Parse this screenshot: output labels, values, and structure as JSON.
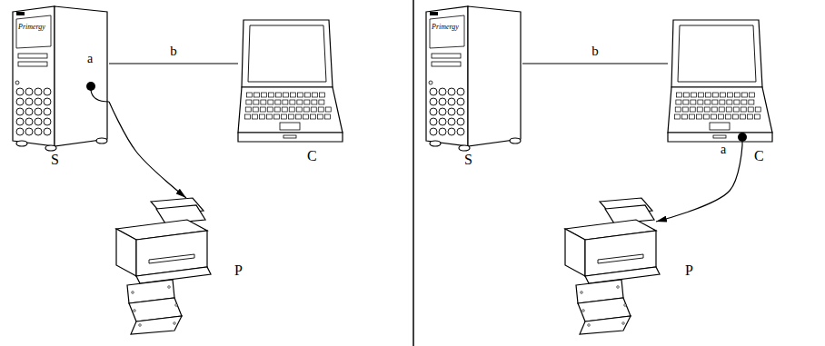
{
  "diagram": {
    "nodes": [
      {
        "text": [
          "S"
        ]
      },
      {
        "text": [
          "C"
        ]
      },
      {
        "text": [
          "P"
        ]
      },
      {
        "text": [
          "S"
        ]
      },
      {
        "text": [
          "C"
        ]
      },
      {
        "text": [
          "P"
        ]
      }
    ],
    "edges": [
      {
        "from": 0,
        "to": 1,
        "arrow": "none",
        "label": "b"
      },
      {
        "from": 0,
        "to": 2,
        "arrow": "to"
      },
      {
        "from": 3,
        "to": 4,
        "arrow": "none",
        "label": "b"
      },
      {
        "from": 4,
        "to": 5,
        "arrow": "to"
      }
    ],
    "labels": [
      "Primergy",
      "a",
      "Primergy",
      "a"
    ]
  }
}
